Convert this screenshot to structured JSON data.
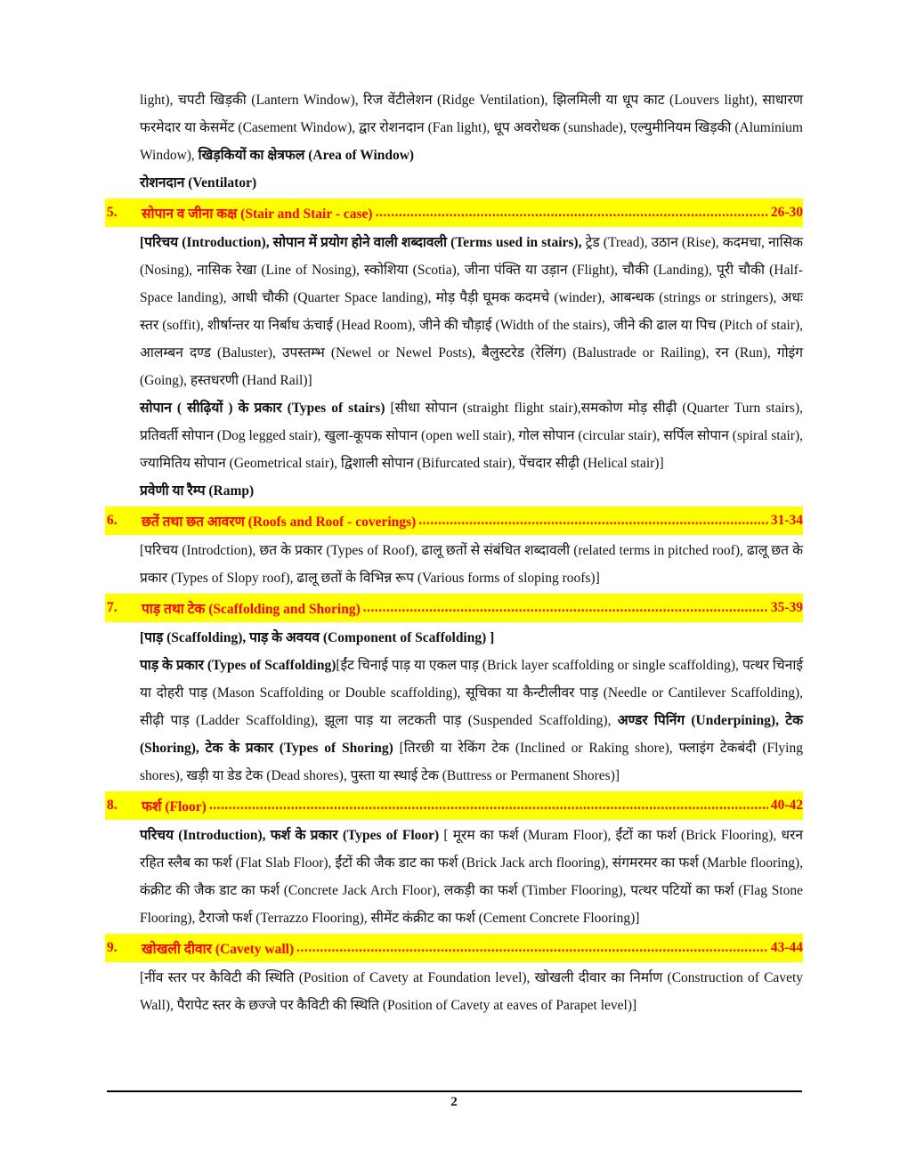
{
  "blocks": [
    {
      "type": "para",
      "runs": [
        {
          "t": "light), चपटी खिड़की (Lantern Window), रिज वेंटीलेशन (Ridge Ventilation), झिलमिली या धूप काट (Louvers light), साधारण फरमेदार या केसमेंट (Casement Window), द्वार रोशनदान (Fan light), धूप अवरोधक (sunshade), एल्युमीनियम खिड़की (Aluminium Window), ",
          "b": false
        },
        {
          "t": "खिड़कियों का क्षेत्रफल (Area of Window)",
          "b": true
        }
      ]
    },
    {
      "type": "para",
      "runs": [
        {
          "t": "रोशनदान (Ventilator)",
          "b": true
        }
      ]
    },
    {
      "type": "heading",
      "num": "5.",
      "title": "सोपान व जीना कक्ष (Stair and Stair - case)",
      "pages": "26-30"
    },
    {
      "type": "para",
      "runs": [
        {
          "t": "[परिचय (Introduction), सोपान में प्रयोग होने वाली शब्दावली (Terms used in stairs), ",
          "b": true
        },
        {
          "t": "ट्रेड (Tread), उठान (Rise), कदमचा, नासिक (Nosing), नासिक रेखा (Line of Nosing), स्कोशिया (Scotia), जीना पंक्ति या उड़ान (Flight), चौकी (Landing), पूरी चौकी (Half-Space landing), आधी चौकी (Quarter Space landing), मोड़ पैड़ी घूमक कदमचे (winder), आबन्धक (strings or stringers), अधः स्तर (soffit), शीर्षान्तर या निर्बाध ऊंचाई (Head Room), जीने की चौड़ाई (Width of the stairs), जीने की ढाल या पिच (Pitch of stair), आलम्बन दण्ड (Baluster), उपस्तम्भ (Newel or Newel Posts), बैलुस्टरेड (रेलिंग) (Balustrade or Railing), रन (Run), गोइंग (Going), हस्तधरणी (Hand Rail)]",
          "b": false
        }
      ]
    },
    {
      "type": "para",
      "runs": [
        {
          "t": "सोपान ( सीढ़ियों ) के प्रकार (Types of stairs) ",
          "b": true
        },
        {
          "t": "[सीधा सोपान (straight flight stair),समकोण मोड़ सीढ़ी (Quarter Turn stairs), प्रतिवर्ती सोपान (Dog legged stair), खुला-कूपक सोपान (open well stair), गोल सोपान (circular stair), सर्पिल सोपान (spiral stair), ज्यामितिय सोपान (Geometrical stair), द्विशाली सोपान (Bifurcated stair), पेंचदार सीढ़ी (Helical stair)]",
          "b": false
        }
      ]
    },
    {
      "type": "para",
      "runs": [
        {
          "t": "प्रवेणी या रैम्प (Ramp)",
          "b": true
        }
      ]
    },
    {
      "type": "heading",
      "num": "6.",
      "title": "छतें तथा छत आवरण (Roofs and Roof - coverings)",
      "pages": "31-34"
    },
    {
      "type": "para",
      "runs": [
        {
          "t": "[परिचय (Introdction), छत के प्रकार (Types of Roof), ढालू छतों से संबंधित शब्दावली (related terms in pitched roof), ढालू छत के प्रकार (Types of Slopy roof), ढालू छतों के विभिन्न रूप (Various forms of sloping roofs)]",
          "b": false
        }
      ]
    },
    {
      "type": "heading",
      "num": "7.",
      "title": "पाड़ तथा टेक (Scaffolding and Shoring)",
      "pages": "35-39"
    },
    {
      "type": "para",
      "runs": [
        {
          "t": "[पाड़ (Scaffolding), पाड़ के अवयव (Component of Scaffolding) ]",
          "b": true
        }
      ]
    },
    {
      "type": "para",
      "runs": [
        {
          "t": "पाड़ के प्रकार (Types of Scaffolding)",
          "b": true
        },
        {
          "t": "[ईंट चिनाई पाड़ या एकल पाड़ (Brick layer scaffolding or single scaffolding), पत्थर चिनाई या दोहरी पाड़ (Mason Scaffolding or Double scaffolding), सूचिका या कैन्टीलीवर पाड़ (Needle or Cantilever Scaffolding), सीढ़ी पाड़ (Ladder Scaffolding), झूला पाड़ या लटकती पाड़ (Suspended Scaffolding), ",
          "b": false
        },
        {
          "t": "अण्डर पिनिंग (Underpining), टेक (Shoring), टेक के प्रकार (Types of Shoring) ",
          "b": true
        },
        {
          "t": "[तिरछी या रेकिंग टेक (Inclined or Raking shore), फ्लाइंग टेकबंदी (Flying shores), खड़ी या डेड टेक (Dead shores), पुस्ता या स्थाई टेक (Buttress or Permanent Shores)]",
          "b": false
        }
      ]
    },
    {
      "type": "heading",
      "num": "8.",
      "title": "फर्श (Floor)",
      "pages": "40-42"
    },
    {
      "type": "para",
      "runs": [
        {
          "t": "परिचय (Introduction), फर्श के प्रकार (Types of Floor) ",
          "b": true
        },
        {
          "t": "[ मूरम का फर्श (Muram Floor), ईंटों का फर्श (Brick Flooring), धरन रहित स्लैब का फर्श (Flat Slab Floor), ईंटों की जैक डाट का फर्श (Brick Jack arch flooring), संगमरमर का फर्श (Marble flooring), कंक्रीट की जैक डाट का फर्श (Concrete Jack Arch Floor), लकड़ी का फर्श (Timber Flooring), पत्थर पटियों का फर्श (Flag Stone Flooring), टैराजो फर्श (Terrazzo Flooring), सीमेंट कंक्रीट का फर्श (Cement Concrete Flooring)]",
          "b": false
        }
      ]
    },
    {
      "type": "heading",
      "num": "9.",
      "title": "खोखली दीवार (Cavety wall)",
      "pages": "43-44"
    },
    {
      "type": "para",
      "runs": [
        {
          "t": "[नींव स्तर पर कैविटी की स्थिति (Position of Cavety at Foundation level), खोखली दीवार का निर्माण (Construction of Cavety Wall), पैरापेट स्तर के छज्जे पर कैविटी की स्थिति (Position of Cavety at eaves of Parapet level)]",
          "b": false
        }
      ]
    }
  ],
  "page_number": "2",
  "colors": {
    "highlight": "#ffff00",
    "heading_text": "#ff0000"
  }
}
